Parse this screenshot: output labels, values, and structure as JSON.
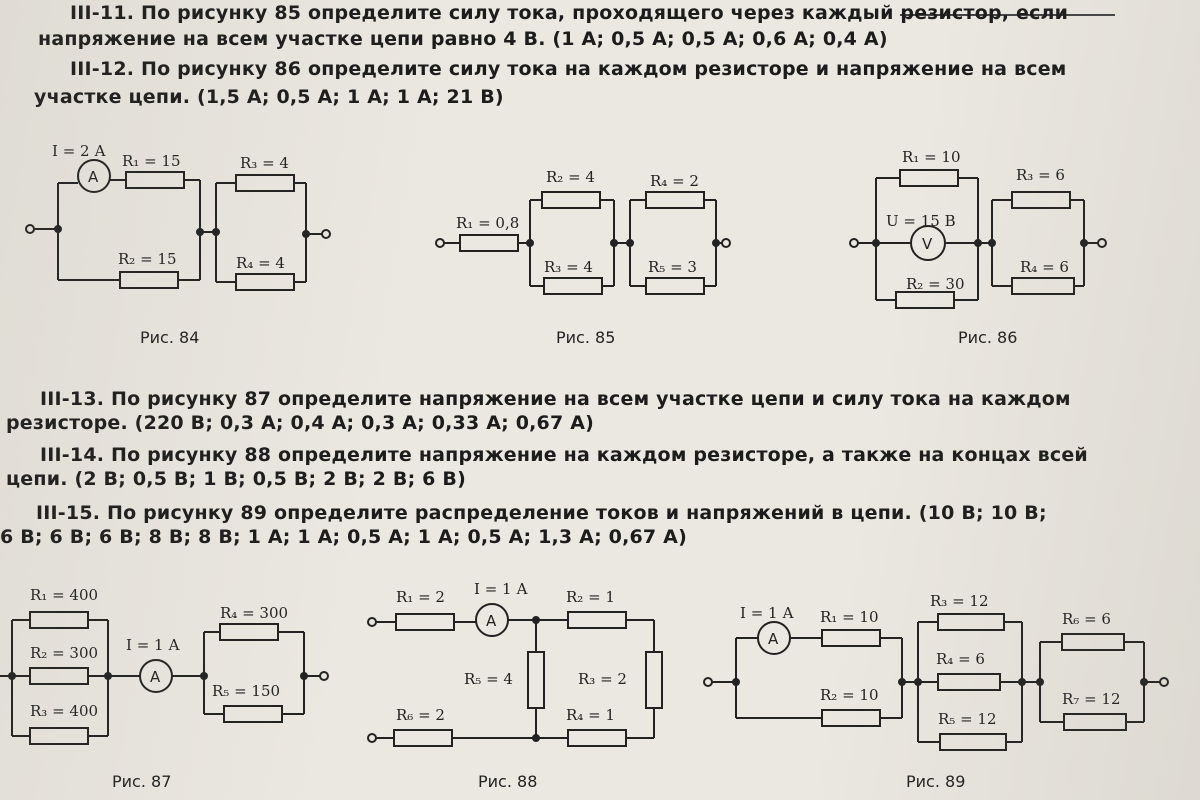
{
  "problems": [
    {
      "id": "III-11",
      "line1": "III-11. По рисунку 85 определите силу тока, проходящего через каждый резистор, если",
      "line2": "напряжение на всем участке цепи равно 4 В. (1 А; 0,5 А; 0,5 А; 0,6 А; 0,4 А)"
    },
    {
      "id": "III-12",
      "line1": "III-12. По рисунку 86 определите силу тока на каждом резисторе  и напряжение на всем",
      "line2": "участке цепи. (1,5 А; 0,5 А; 1 А; 1 А; 21 В)"
    },
    {
      "id": "III-13",
      "line1": "III-13. По рисунку 87 определите напряжение на всем участке цепи и силу тока на каждом",
      "line2": "резисторе. (220 В; 0,3 А; 0,4 А; 0,3 А; 0,33 А; 0,67 А)"
    },
    {
      "id": "III-14",
      "line1": "III-14. По рисунку 88 определите напряжение на каждом резисторе, а также на концах всей",
      "line2": "цепи. (2 В; 0,5 В; 1 В; 0,5 В; 2 В; 2 В; 6 В)"
    },
    {
      "id": "III-15",
      "line1": "III-15. По рисунку 89 определите распределение токов и напряжений в цепи. (10 В; 10 В;",
      "line2": "6 В; 6 В; 6 В; 8 В; 8 В; 1 А; 1 А; 0,5 А; 1 А; 0,5 А; 1,3 А; 0,67 А)"
    }
  ],
  "figures": {
    "fig84": {
      "caption": "Рис. 84",
      "current": "I = 2 А",
      "ammeter": "A",
      "r1": "R₁ = 15",
      "r2": "R₂ = 15",
      "r3": "R₃ = 4",
      "r4": "R₄ = 4"
    },
    "fig85": {
      "caption": "Рис. 85",
      "r1": "R₁ = 0,8",
      "r2": "R₂ = 4",
      "r3": "R₃ = 4",
      "r4": "R₄ = 2",
      "r5": "R₅ = 3"
    },
    "fig86": {
      "caption": "Рис. 86",
      "r1": "R₁ = 10",
      "r2": "R₂ = 30",
      "r3": "R₃ = 6",
      "r4": "R₄ = 6",
      "voltage": "U = 15 В",
      "voltmeter": "V"
    },
    "fig87": {
      "caption": "Рис. 87",
      "r1": "R₁ = 400",
      "r2": "R₂ = 300",
      "r3": "R₃ = 400",
      "r4": "R₄ = 300",
      "r5": "R₅ = 150",
      "current": "I = 1 А",
      "ammeter": "A"
    },
    "fig88": {
      "caption": "Рис. 88",
      "r1": "R₁ = 2",
      "r2": "R₂ = 1",
      "r3": "R₃ = 2",
      "r4": "R₄ = 1",
      "r5": "R₅ = 4",
      "r6": "R₆ = 2",
      "current": "I = 1 А",
      "ammeter": "A"
    },
    "fig89": {
      "caption": "Рис. 89",
      "r1": "R₁ = 10",
      "r2": "R₂ = 10",
      "r3": "R₃ = 12",
      "r4": "R₄ = 6",
      "r5": "R₅ = 12",
      "r6": "R₆ = 6",
      "r7": "R₇ = 12",
      "current": "I = 1 А",
      "ammeter": "A"
    }
  }
}
